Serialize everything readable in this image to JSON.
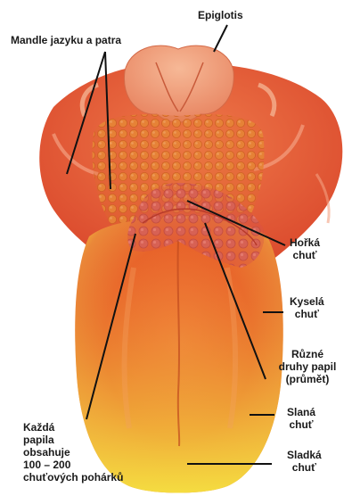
{
  "diagram": {
    "colors": {
      "tongue_body": "#e8622a",
      "tongue_tip": "#f2d23a",
      "throat_tissue": "#e5562a",
      "epiglottis": "#ee9a72",
      "tonsil_bumps": "#e27a2e",
      "pharynx_zone": "#d9623e",
      "line": "#111111"
    },
    "labels": {
      "epiglottis": "Epiglotis",
      "tonsils": "Mandle jazyku a patra",
      "bitter": [
        "Hořká",
        "chuť"
      ],
      "sour": [
        "Kyselá",
        "chuť"
      ],
      "papilla_types": [
        "Různé",
        "druhy papil",
        "(průmět)"
      ],
      "salty": [
        "Slaná",
        "chuť"
      ],
      "sweet": [
        "Sladká",
        "chuť"
      ],
      "each_papilla": [
        "Každá",
        "papila",
        "obsahuje",
        "100 – 200",
        "chuťových pohárků"
      ]
    }
  }
}
